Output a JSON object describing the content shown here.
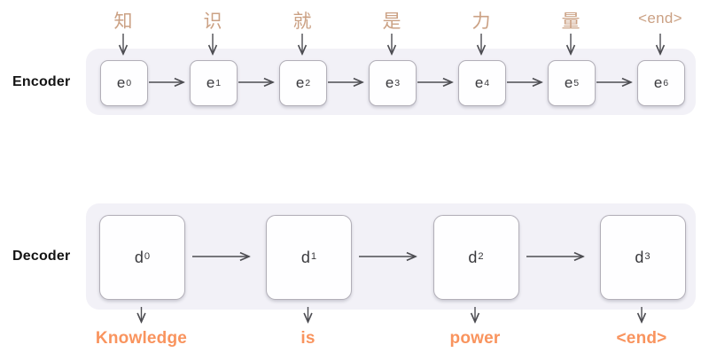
{
  "encoder": {
    "label": "Encoder",
    "inputs": [
      "知",
      "识",
      "就",
      "是",
      "力",
      "量",
      "<end>"
    ],
    "cells": [
      {
        "base": "e",
        "sub": "0"
      },
      {
        "base": "e",
        "sub": "1"
      },
      {
        "base": "e",
        "sub": "2"
      },
      {
        "base": "e",
        "sub": "3"
      },
      {
        "base": "e",
        "sub": "4"
      },
      {
        "base": "e",
        "sub": "5"
      },
      {
        "base": "e",
        "sub": "6"
      }
    ]
  },
  "decoder": {
    "label": "Decoder",
    "cells": [
      {
        "base": "d",
        "sub": "0"
      },
      {
        "base": "d",
        "sub": "1"
      },
      {
        "base": "d",
        "sub": "2"
      },
      {
        "base": "d",
        "sub": "3"
      }
    ],
    "outputs": [
      "Knowledge",
      "is",
      "power",
      "<end>"
    ]
  },
  "colors": {
    "input_token": "#cba184",
    "output_token": "#f9945e",
    "container_bg": "#f2f1f7",
    "arrow": "#4d4d52",
    "cell_border": "#b2afb8",
    "label_text": "#141414"
  }
}
